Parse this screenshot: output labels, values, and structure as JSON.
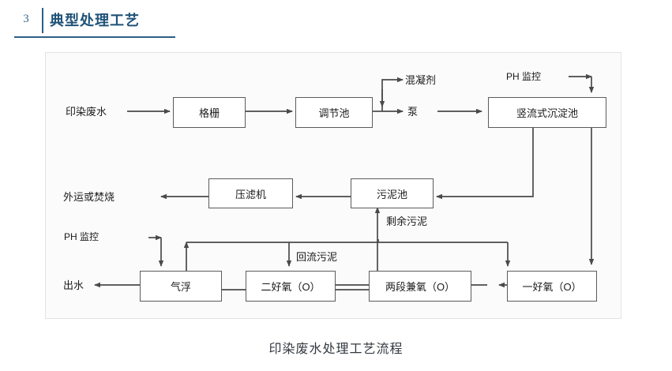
{
  "header": {
    "number": "3",
    "title": "典型处理工艺",
    "accent_color": "#1f5278",
    "rule_color": "#2d5f86"
  },
  "caption": "印染废水处理工艺流程",
  "diagram": {
    "title": "印染废水处理工艺流程",
    "frame_color": "#e3e3e3",
    "node_border_color": "#5b5b5b",
    "wire_color": "#4a4a4a",
    "nodes": [
      {
        "id": "grid",
        "label": "格栅"
      },
      {
        "id": "adjust",
        "label": "调节池"
      },
      {
        "id": "settler",
        "label": "竖流式沉淀池"
      },
      {
        "id": "filterpress",
        "label": "压滤机"
      },
      {
        "id": "sludgepool",
        "label": "污泥池"
      },
      {
        "id": "flotation",
        "label": "气浮"
      },
      {
        "id": "aerobic2",
        "label": "二好氧（O）"
      },
      {
        "id": "facultative",
        "label": "两段兼氧（O）"
      },
      {
        "id": "aerobic1",
        "label": "一好氧（O）"
      }
    ],
    "labels": [
      {
        "id": "influent",
        "label": "印染废水"
      },
      {
        "id": "coagulant",
        "label": "混凝剂"
      },
      {
        "id": "pump",
        "label": "泵"
      },
      {
        "id": "ph-top",
        "label": "PH 监控"
      },
      {
        "id": "disposal",
        "label": "外运或焚烧"
      },
      {
        "id": "excess",
        "label": "剩余污泥"
      },
      {
        "id": "ph-bottom",
        "label": "PH 监控"
      },
      {
        "id": "return",
        "label": "回流污泥"
      },
      {
        "id": "effluent",
        "label": "出水"
      }
    ]
  }
}
